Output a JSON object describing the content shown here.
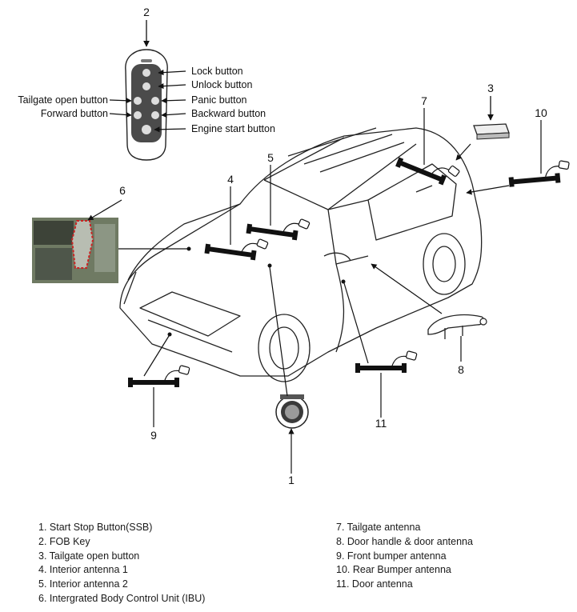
{
  "fob": {
    "labels": {
      "lock": "Lock button",
      "unlock": "Unlock button",
      "tailgate": "Tailgate open button",
      "panic": "Panic button",
      "forward": "Forward button",
      "backward": "Backward button",
      "engine": "Engine start button"
    }
  },
  "callouts": [
    "1",
    "2",
    "3",
    "4",
    "5",
    "6",
    "7",
    "8",
    "9",
    "10",
    "11"
  ],
  "legend": {
    "left": [
      "1. Start Stop Button(SSB)",
      "2. FOB Key",
      "3. Tailgate open button",
      "4. Interior antenna 1",
      "5. Interior antenna 2",
      "6. Intergrated Body Control Unit (IBU)"
    ],
    "right": [
      "7. Tailgate antenna",
      "8. Door handle & door antenna",
      "9. Front bumper antenna",
      "10. Rear Bumper antenna",
      "11. Door antenna"
    ]
  },
  "colors": {
    "line": "#111111",
    "ibu_highlight": "#cc2222",
    "ibu_photo": "#6f7a63"
  }
}
